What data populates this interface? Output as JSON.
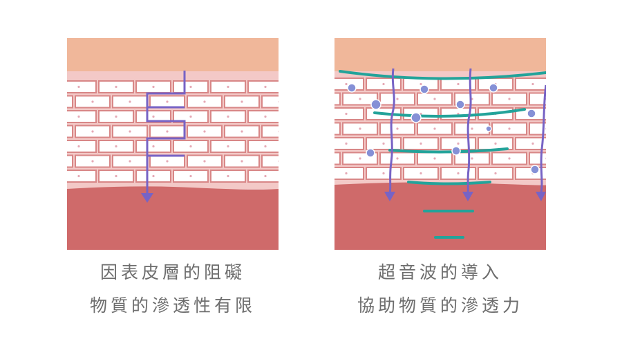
{
  "colors": {
    "outer_skin": "#f0b79a",
    "epidermis_bg": "#f3c9c7",
    "cell_border": "#d88787",
    "cell_fill": "#ffffff",
    "dermis": "#cf6a6a",
    "arrow": "#7763c5",
    "wave": "#23a39a",
    "bubble": "#8590d6",
    "text": "#6d6d6d"
  },
  "left_panel": {
    "caption_line1": "因表皮層的阻礙",
    "caption_line2": "物質的滲透性有限"
  },
  "right_panel": {
    "caption_line1": "超音波的導入",
    "caption_line2": "協助物質的滲透力"
  }
}
